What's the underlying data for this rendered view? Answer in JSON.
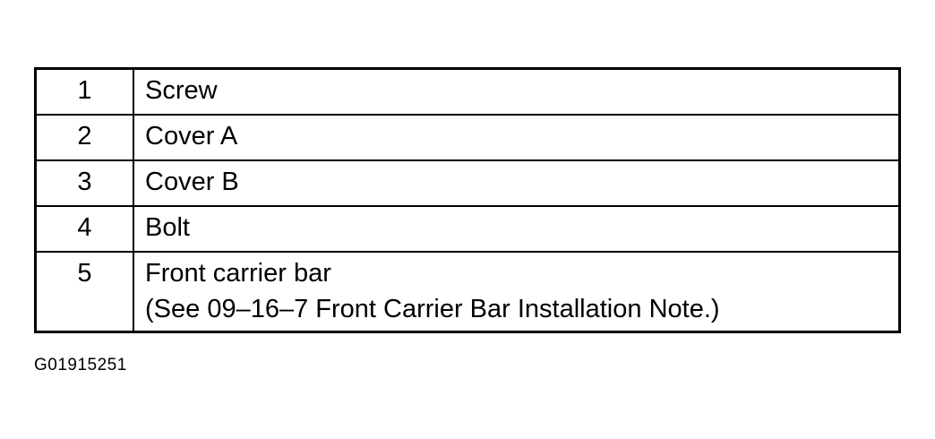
{
  "parts": [
    {
      "number": "1",
      "lines": [
        "Screw"
      ]
    },
    {
      "number": "2",
      "lines": [
        "Cover A"
      ]
    },
    {
      "number": "3",
      "lines": [
        "Cover B"
      ]
    },
    {
      "number": "4",
      "lines": [
        "Bolt"
      ]
    },
    {
      "number": "5",
      "lines": [
        "Front carrier bar",
        "(See 09–16–7 Front Carrier Bar Installation Note.)"
      ]
    }
  ],
  "figure_code": "G01915251"
}
